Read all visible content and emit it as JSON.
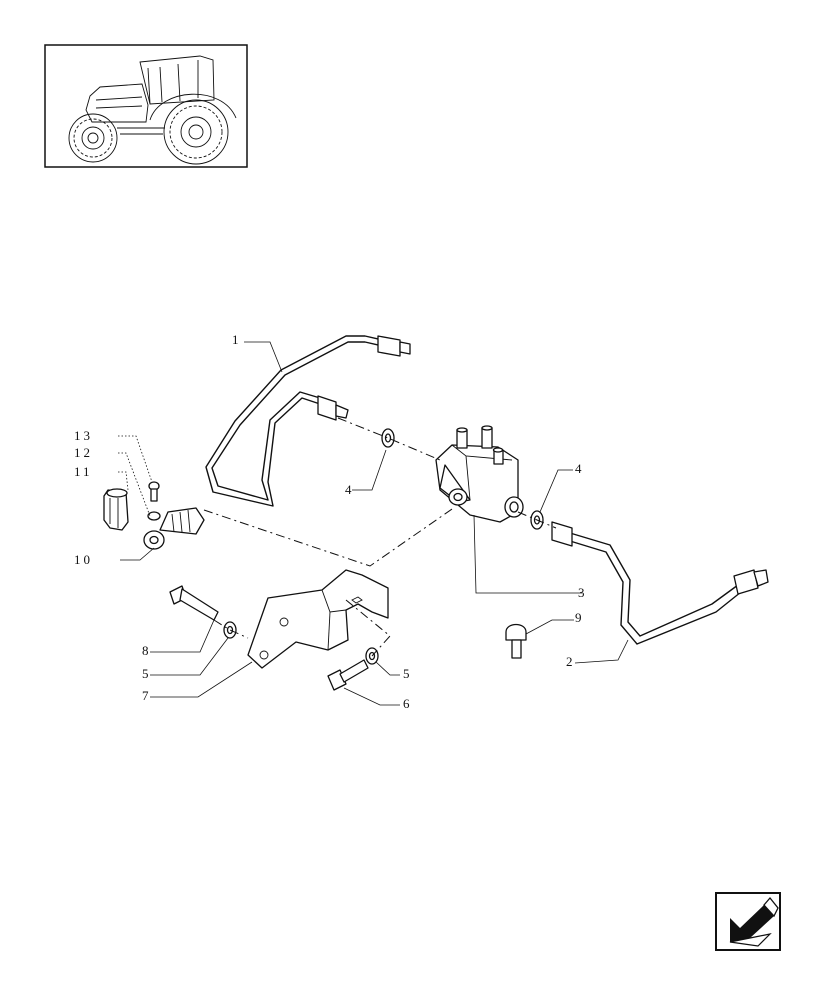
{
  "callouts": {
    "c1": "1",
    "c2": "2",
    "c3": "3",
    "c4a": "4",
    "c4b": "4",
    "c5a": "5",
    "c5b": "5",
    "c6": "6",
    "c7": "7",
    "c8": "8",
    "c9": "9",
    "c10": "10",
    "c11": "11",
    "c12": "12",
    "c13": "13"
  },
  "icons": {
    "thumbnail": "tractor-thumbnail-icon",
    "navigation": "previous-page-arrow-icon"
  },
  "colors": {
    "line": "#111111",
    "background": "#ffffff"
  }
}
